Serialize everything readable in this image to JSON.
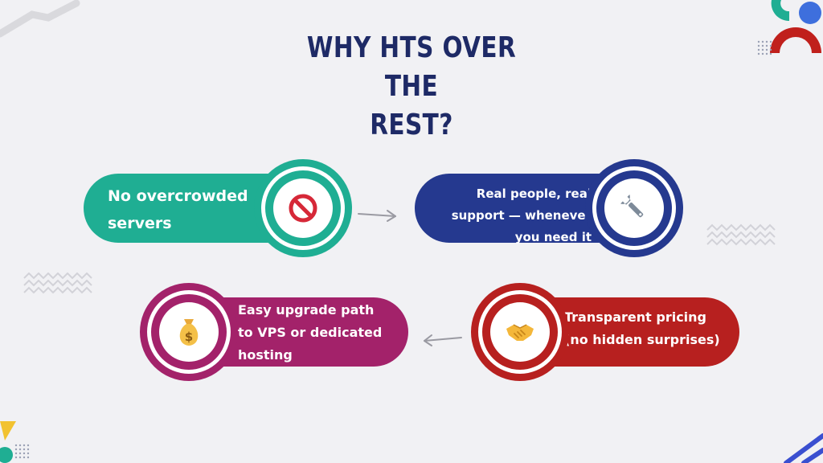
{
  "slide": {
    "title_line1": "WHY HTS OVER THE",
    "title_line2": "REST?"
  },
  "cards": [
    {
      "id": "no-overcrowded",
      "lines": [
        "No  overcrowded",
        "servers"
      ],
      "icon": "no-entry-icon",
      "color": "#1fae93"
    },
    {
      "id": "real-support",
      "lines": [
        "Real people, real",
        "support — whenever",
        "you need it"
      ],
      "icon": "wrench-icon",
      "color": "#25398f"
    },
    {
      "id": "transparent-pricing",
      "lines": [
        "Transparent pricing",
        "(no hidden surprises)"
      ],
      "icon": "handshake-icon",
      "color": "#b7201f"
    },
    {
      "id": "easy-upgrade",
      "lines": [
        "Easy upgrade path",
        "to VPS or dedicated",
        "hosting"
      ],
      "icon": "money-bag-icon",
      "color": "#a3226a"
    }
  ],
  "colors": {
    "title": "#1e2a66",
    "teal": "#1fae93",
    "navy": "#25398f",
    "red": "#b7201f",
    "magenta": "#a3226a",
    "background": "#f1f1f4"
  }
}
